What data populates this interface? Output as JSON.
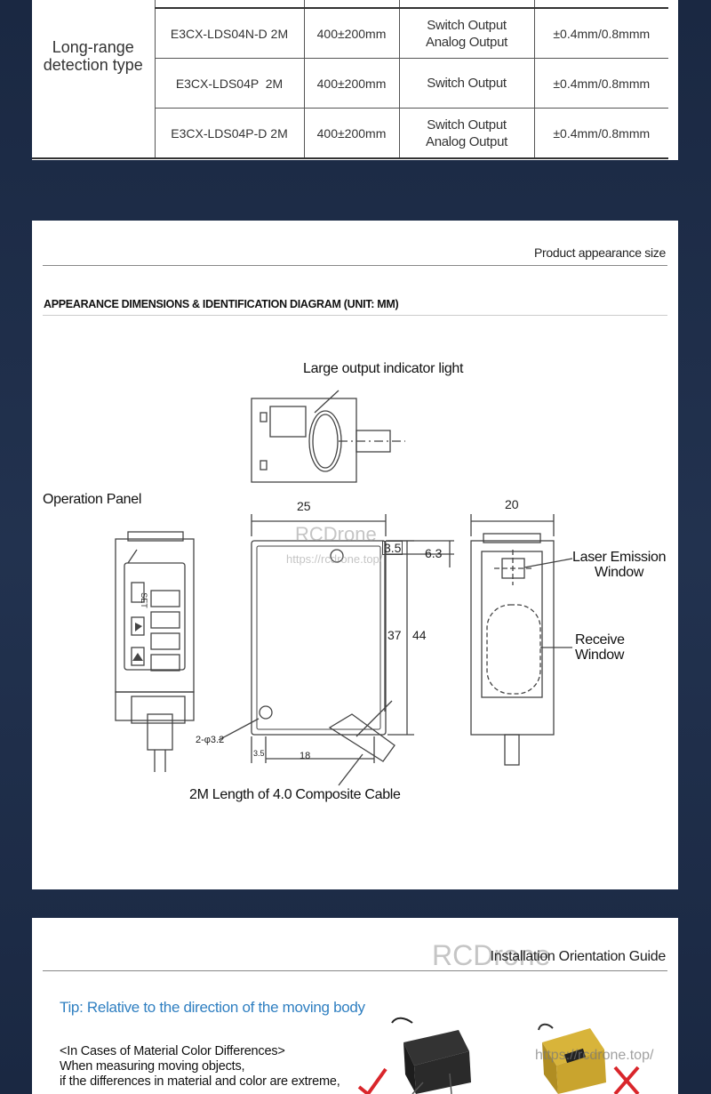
{
  "spec_table": {
    "category": "Long-range\ndetection type",
    "rows": [
      {
        "model": "E3CX-LDS04N-D 2M",
        "range": "400±200mm",
        "output": "Switch Output\nAnalog Output",
        "accuracy": "±0.4mm/0.8mmm"
      },
      {
        "model": "E3CX-LDS04P  2M",
        "range": "400±200mm",
        "output": "Switch Output",
        "accuracy": "±0.4mm/0.8mmm"
      },
      {
        "model": "E3CX-LDS04P-D 2M",
        "range": "400±200mm",
        "output": "Switch Output\nAnalog Output",
        "accuracy": "±0.4mm/0.8mmm"
      }
    ]
  },
  "dimensions_section": {
    "title": "Product appearance size",
    "heading": "APPEARANCE DIMENSIONS & IDENTIFICATION DIAGRAM (UNIT: MM)",
    "labels": {
      "indicator": "Large output indicator light",
      "operation_panel": "Operation Panel",
      "laser": "Laser Emission\nWindow",
      "receive": "Receive\nWindow",
      "cable": "2M Length of 4.0 Composite Cable"
    },
    "dims": {
      "width_front": "25",
      "width_side": "20",
      "d35": "3.5",
      "d63": "6.3",
      "d37": "37",
      "d44": "44",
      "hole": "2-φ3.2",
      "d35b": "3.5",
      "d18": "18"
    },
    "panel_buttons": {
      "set": "SET"
    },
    "watermark": {
      "brand": "RCDrone",
      "url": "https://rcdrone.top/"
    }
  },
  "install_section": {
    "title": "Installation Orientation Guide",
    "watermark_brand": "RCDrone",
    "watermark_url": "https://rcdrone.top/",
    "tip": "Tip: Relative to the direction of the moving body",
    "lines": [
      "<In Cases of Material Color Differences>",
      "When measuring moving objects,",
      "if the differences in material and color are extreme,"
    ]
  },
  "colors": {
    "background": "#1d2b45",
    "tip_blue": "#2f7fc1",
    "check_red": "#d9262b"
  }
}
